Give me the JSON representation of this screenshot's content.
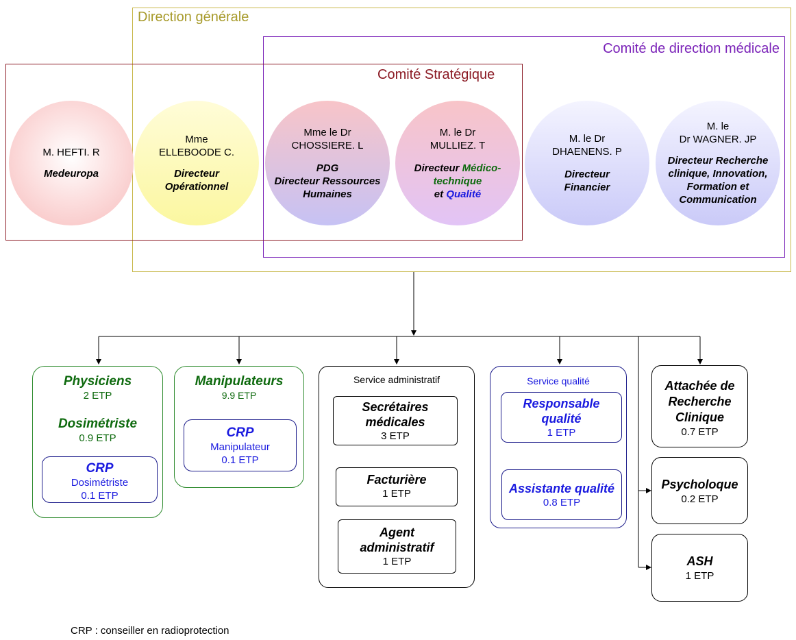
{
  "groups": {
    "direction_generale": "Direction générale",
    "comite_direction_medicale": "Comité de direction médicale",
    "comite_strategique": "Comité Stratégique"
  },
  "leaders": [
    {
      "name": "M. HEFTI. R",
      "role": "Medeuropa"
    },
    {
      "name": "Mme\nELLEBOODE C.",
      "role": "Directeur\nOpérationnel"
    },
    {
      "name": "Mme le Dr\nCHOSSIERE. L",
      "role": "PDG\nDirecteur Ressources\nHumaines"
    },
    {
      "name": "M. le Dr\nMULLIEZ. T",
      "role_part1": "Directeur ",
      "role_part2": "Médico-\ntechnique",
      "role_part3": "\net ",
      "role_part4": "Qualité"
    },
    {
      "name": "M. le Dr\nDHAENENS. P",
      "role": "Directeur\nFinancier"
    },
    {
      "name": "M. le\nDr WAGNER. JP",
      "role": "Directeur Recherche\nclinique, Innovation,\nFormation et\nCommunication"
    }
  ],
  "physiciens": {
    "title": "Physiciens",
    "etp": "2 ETP",
    "dosimetriste_title": "Dosimétriste",
    "dosimetriste_etp": "0.9 ETP",
    "crp_title": "CRP",
    "crp_sub": "Dosimétriste",
    "crp_etp": "0.1 ETP"
  },
  "manipulateurs": {
    "title": "Manipulateurs",
    "etp": "9.9 ETP",
    "crp_title": "CRP",
    "crp_sub": "Manipulateur",
    "crp_etp": "0.1 ETP"
  },
  "service_admin": {
    "label": "Service administratif",
    "items": [
      {
        "title": "Secrétaires\nmédicales",
        "etp": "3 ETP"
      },
      {
        "title": "Facturière",
        "etp": "1 ETP"
      },
      {
        "title": "Agent\nadministratif",
        "etp": "1 ETP"
      }
    ]
  },
  "service_qualite": {
    "label": "Service qualité",
    "items": [
      {
        "title": "Responsable\nqualité",
        "etp": "1 ETP"
      },
      {
        "title": "Assistante qualité",
        "etp": "0.8 ETP"
      }
    ]
  },
  "standalone": [
    {
      "title": "Attachée de\nRecherche\nClinique",
      "etp": "0.7 ETP"
    },
    {
      "title": "Psycholoque",
      "etp": "0.2 ETP"
    },
    {
      "title": "ASH",
      "etp": "1 ETP"
    }
  ],
  "footnote": "CRP : conseiller en radioprotection",
  "colors": {
    "direction_generale": "#c8b84a",
    "comite_direction_medicale": "#7a22b8",
    "comite_strategique": "#8b1a24",
    "green": "#0e6a0e",
    "blue": "#1a1adf"
  }
}
